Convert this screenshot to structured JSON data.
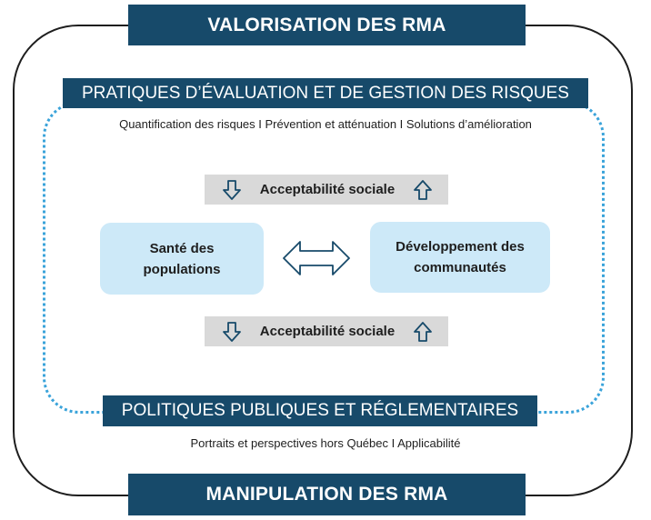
{
  "diagram": {
    "title_top": "VALORISATION DES RMA",
    "title_bottom": "MANIPULATION DES RMA",
    "band_top": {
      "label": "PRATIQUES D’ÉVALUATION ET DE GESTION DES RISQUES",
      "subtitle": "Quantification des risques I Prévention et atténuation I Solutions d’amélioration"
    },
    "band_bottom": {
      "label": "POLITIQUES PUBLIQUES ET RÉGLEMENTAIRES",
      "subtitle": "Portraits et perspectives hors Québec I Applicabilité"
    },
    "acceptability_top": "Acceptabilité sociale",
    "acceptability_bottom": "Acceptabilité sociale",
    "left_node": {
      "line1": "Santé des",
      "line2": "populations"
    },
    "right_node": {
      "line1": "Développement des",
      "line2": "communautés"
    }
  },
  "colors": {
    "navy": "#174a6a",
    "light_blue": "#cde9f8",
    "dotted_blue": "#3aa3da",
    "gray": "#d9d9d9"
  },
  "icons": [
    "arrow-down-icon",
    "arrow-up-icon",
    "double-headed-arrow-icon"
  ]
}
